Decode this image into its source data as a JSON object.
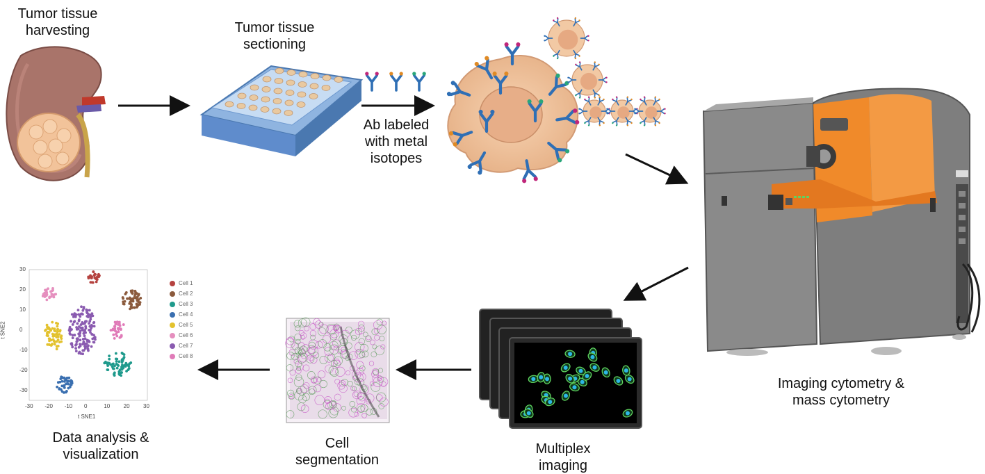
{
  "steps": {
    "harvest": "Tumor tissue\nharvesting",
    "section": "Tumor tissue\nsectioning",
    "ab": "Ab labeled\nwith metal\nisotopes",
    "cytometry": "Imaging cytometry &\nmass cytometry",
    "multiplex": "Multiplex\nimaging",
    "segmentation": "Cell\nsegmentation",
    "analysis": "Data analysis &\nvisualization"
  },
  "tsne": {
    "xlabel": "t SNE1",
    "ylabel": "t SNE2",
    "xticks": [
      "-30",
      "-20",
      "-10",
      "0",
      "10",
      "20",
      "30"
    ],
    "yticks": [
      "30",
      "20",
      "10",
      "0",
      "-10",
      "-20",
      "-30"
    ],
    "legend": [
      {
        "label": "Cell 1",
        "color": "#b5423f"
      },
      {
        "label": "Cell 2",
        "color": "#8b5a3c"
      },
      {
        "label": "Cell 3",
        "color": "#1f9a8c"
      },
      {
        "label": "Cell 4",
        "color": "#3a6fb0"
      },
      {
        "label": "Cell 5",
        "color": "#e3c22e"
      },
      {
        "label": "Cell 6",
        "color": "#e58fbe"
      },
      {
        "label": "Cell 7",
        "color": "#8a5bb0"
      },
      {
        "label": "Cell 8",
        "color": "#e07bb8"
      }
    ]
  },
  "colors": {
    "kidney": "#a9746a",
    "tumor": "#f2c39a",
    "slide": "#8fb4e0",
    "machine_grey": "#8a8a8a",
    "machine_orange": "#f08a2a",
    "antibody_blue": "#2f6fb5",
    "cell_green": "#5fd35f",
    "cell_cyan": "#2db8e6",
    "seg_magenta": "#c44ec4"
  }
}
